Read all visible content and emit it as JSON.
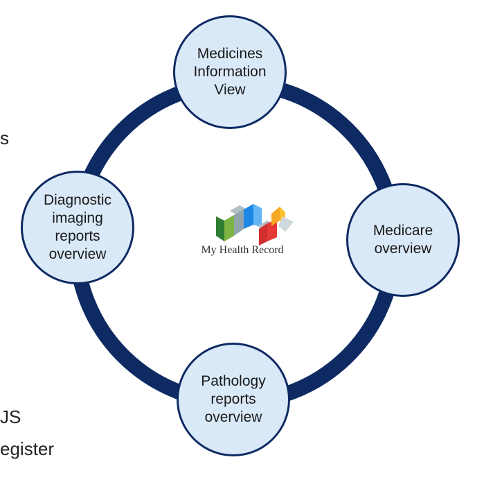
{
  "background_text": {
    "line1": "s",
    "line2": "JS",
    "line3": "egister"
  },
  "nodes": {
    "top": "Medicines\nInformation\nView",
    "left": "Diagnostic\nimaging\nreports\noverview",
    "right": "Medicare\noverview",
    "bottom": "Pathology\nreports\noverview"
  },
  "logo": {
    "text": "My Health Record"
  },
  "colors": {
    "ring": "#0e2a63",
    "node_fill": "#dae9f8",
    "node_border": "#0e2a63"
  }
}
